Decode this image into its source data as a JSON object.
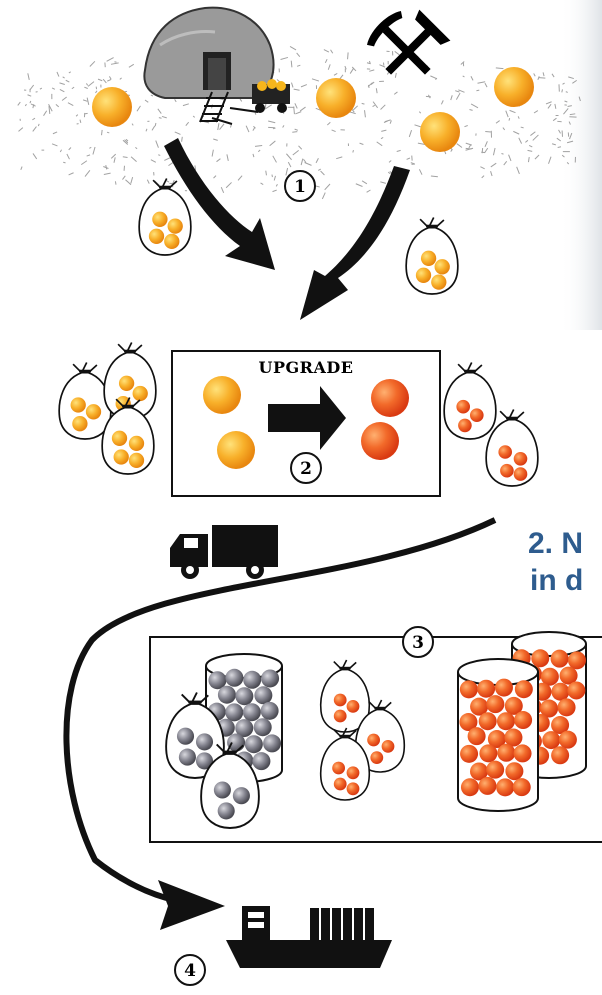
{
  "steps": {
    "step1": "1",
    "step2": "2",
    "step3": "3",
    "step4": "4"
  },
  "upgrade_box": {
    "title": "UPGRADE"
  },
  "side_heading": {
    "line1": "2. N",
    "line2": "in d"
  },
  "colors": {
    "ore_orange": "#F6A623",
    "upgraded_red": "#E8471C",
    "grey_ball": "#6E6E78",
    "heading_blue": "#2E5C8E",
    "ink": "#111111"
  },
  "icons": [
    "mine-icon",
    "hammer-pick-icon",
    "mine-cart-icon",
    "truck-icon",
    "ship-icon",
    "sack-icon",
    "silo-icon",
    "arrow-icon"
  ]
}
